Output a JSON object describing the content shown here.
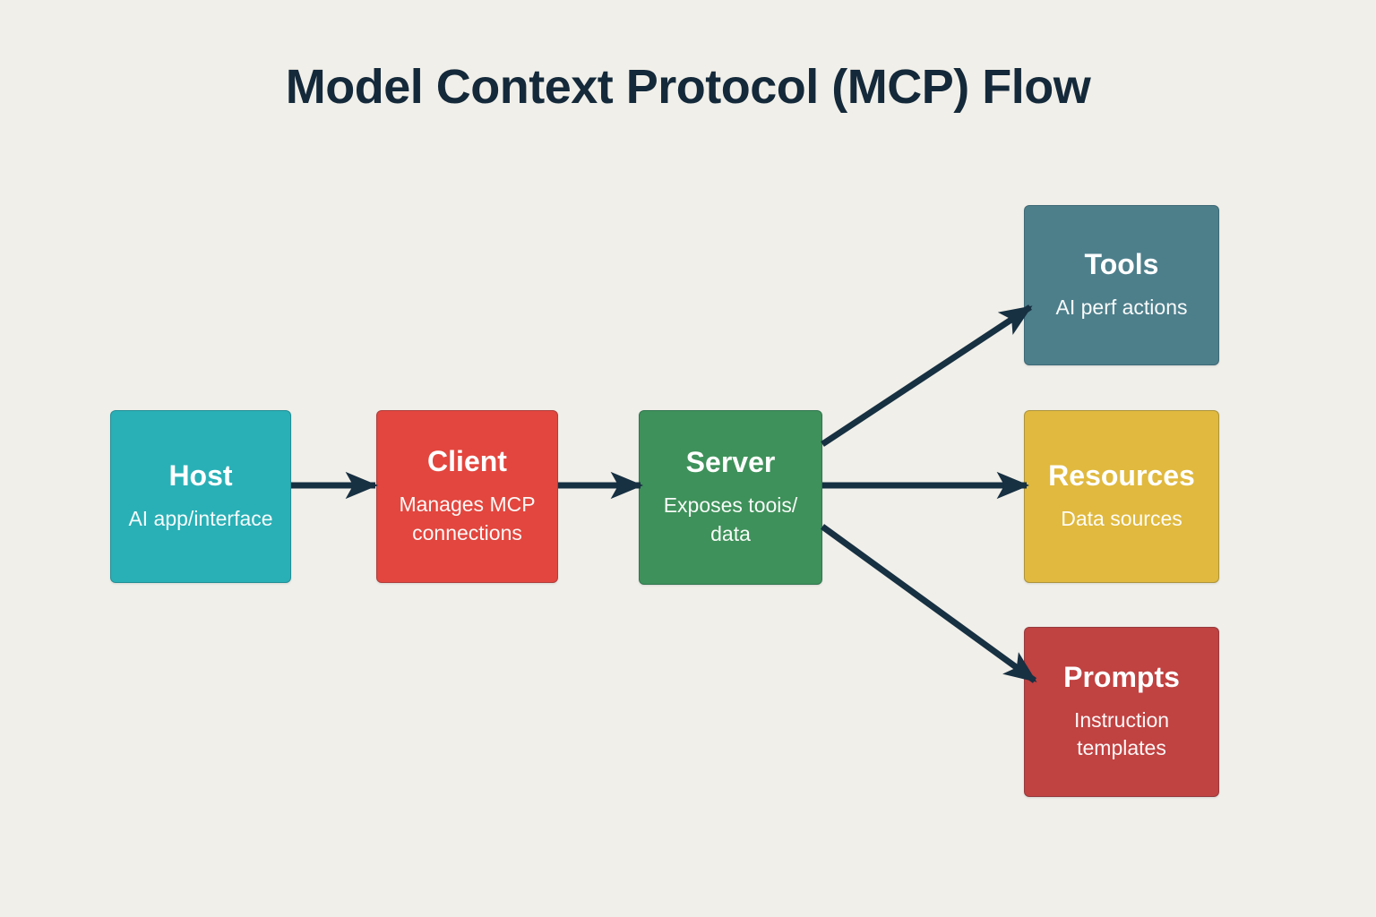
{
  "title": "Model Context Protocol (MCP) Flow",
  "colors": {
    "background": "#f1efe9",
    "title": "#14293a",
    "arrow": "#173042"
  },
  "nodes": [
    {
      "id": "host",
      "label": "Host",
      "sub_lines": [
        "AI app/interface"
      ],
      "color": "#29b0b6"
    },
    {
      "id": "client",
      "label": "Client",
      "sub_lines": [
        "Manages MCP",
        "connections"
      ],
      "color": "#e2463e"
    },
    {
      "id": "server",
      "label": "Server",
      "sub_lines": [
        "Exposes toois/",
        "data"
      ],
      "color": "#3e915a"
    },
    {
      "id": "tools",
      "label": "Tools",
      "sub_lines": [
        "AI perf actions"
      ],
      "color": "#4d7f8b"
    },
    {
      "id": "resources",
      "label": "Resources",
      "sub_lines": [
        "Data sources"
      ],
      "color": "#e0b93e"
    },
    {
      "id": "prompts",
      "label": "Prompts",
      "sub_lines": [
        "Instruction",
        "templates"
      ],
      "color": "#c04241"
    }
  ],
  "arrows": [
    {
      "from": "Host",
      "to": "Client"
    },
    {
      "from": "Client",
      "to": "Server"
    },
    {
      "from": "Server",
      "to": "Tools"
    },
    {
      "from": "Server",
      "to": "Resources"
    },
    {
      "from": "Server",
      "to": "Prompts"
    }
  ]
}
